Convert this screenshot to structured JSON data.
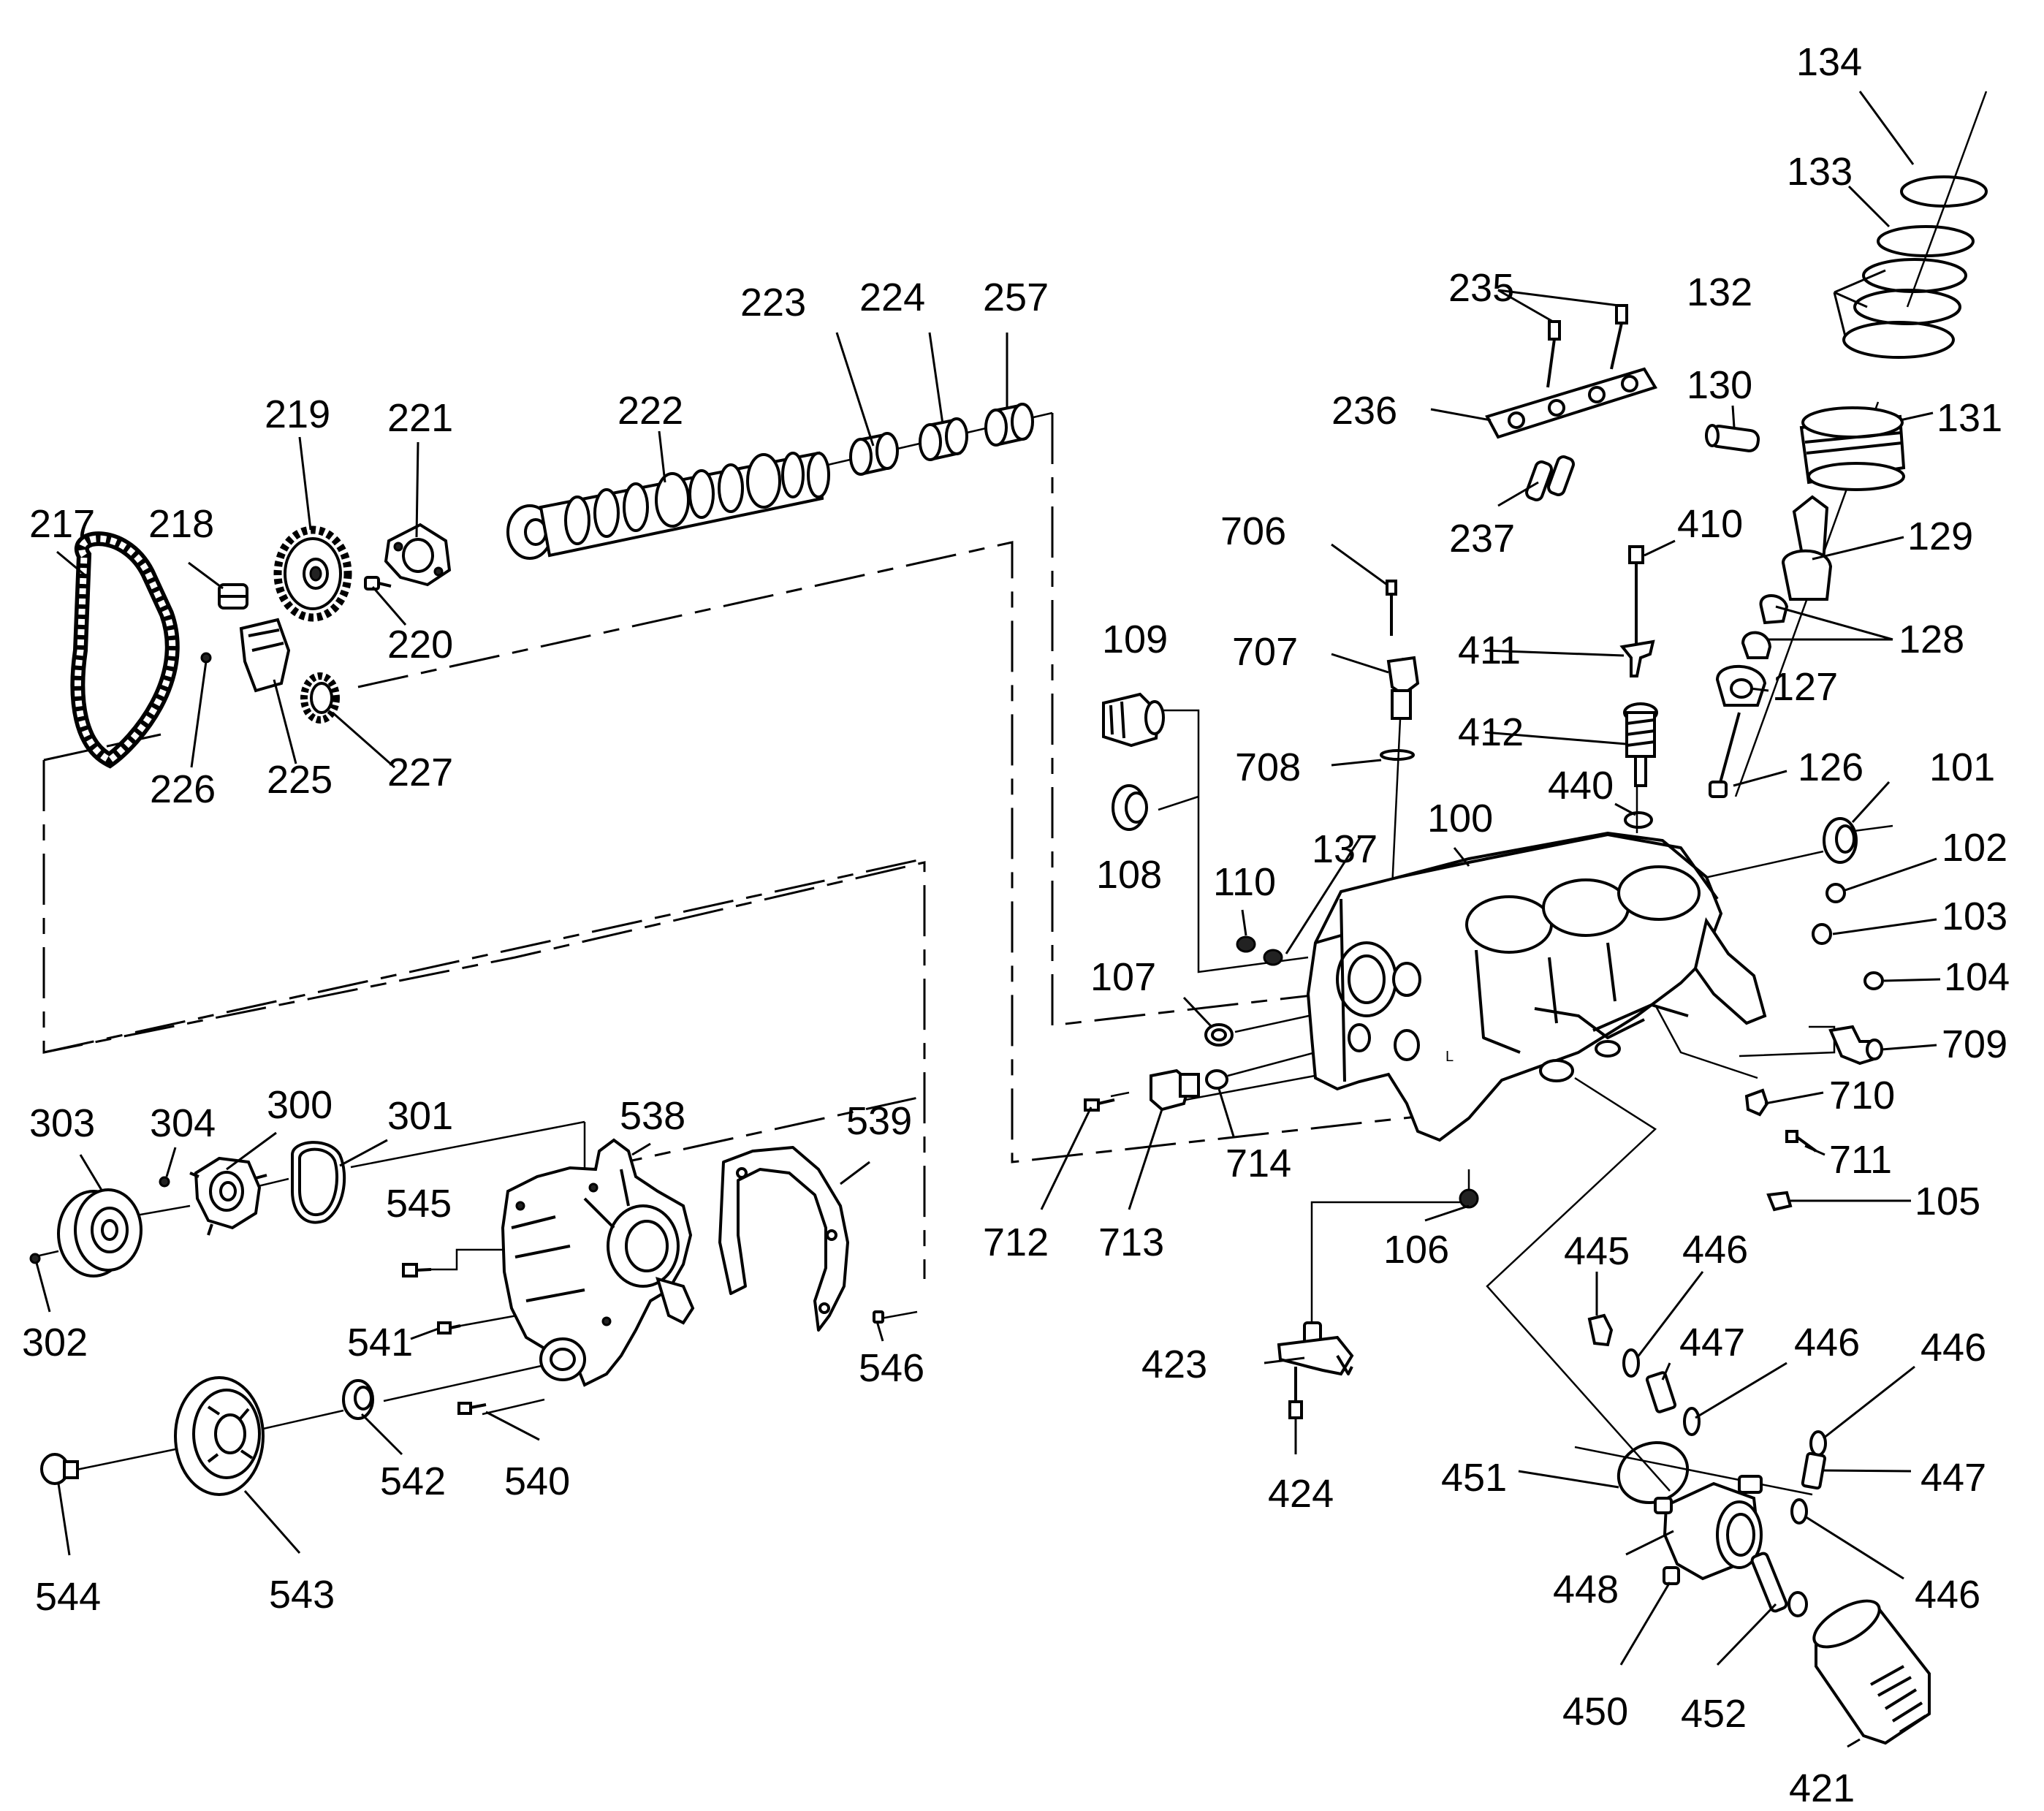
{
  "callouts": [
    {
      "id": "c-134",
      "label": "134"
    },
    {
      "id": "c-133",
      "label": "133"
    },
    {
      "id": "c-132",
      "label": "132"
    },
    {
      "id": "c-130",
      "label": "130"
    },
    {
      "id": "c-131",
      "label": "131"
    },
    {
      "id": "c-235",
      "label": "235"
    },
    {
      "id": "c-236",
      "label": "236"
    },
    {
      "id": "c-237",
      "label": "237"
    },
    {
      "id": "c-223",
      "label": "223"
    },
    {
      "id": "c-224",
      "label": "224"
    },
    {
      "id": "c-257",
      "label": "257"
    },
    {
      "id": "c-222",
      "label": "222"
    },
    {
      "id": "c-219",
      "label": "219"
    },
    {
      "id": "c-221",
      "label": "221"
    },
    {
      "id": "c-217",
      "label": "217"
    },
    {
      "id": "c-218",
      "label": "218"
    },
    {
      "id": "c-220",
      "label": "220"
    },
    {
      "id": "c-226",
      "label": "226"
    },
    {
      "id": "c-225",
      "label": "225"
    },
    {
      "id": "c-227",
      "label": "227"
    },
    {
      "id": "c-706",
      "label": "706"
    },
    {
      "id": "c-410",
      "label": "410"
    },
    {
      "id": "c-129",
      "label": "129"
    },
    {
      "id": "c-707",
      "label": "707"
    },
    {
      "id": "c-411",
      "label": "411"
    },
    {
      "id": "c-128",
      "label": "128"
    },
    {
      "id": "c-109",
      "label": "109"
    },
    {
      "id": "c-127",
      "label": "127"
    },
    {
      "id": "c-412",
      "label": "412"
    },
    {
      "id": "c-708",
      "label": "708"
    },
    {
      "id": "c-126",
      "label": "126"
    },
    {
      "id": "c-440",
      "label": "440"
    },
    {
      "id": "c-101",
      "label": "101"
    },
    {
      "id": "c-100",
      "label": "100"
    },
    {
      "id": "c-108",
      "label": "108"
    },
    {
      "id": "c-102",
      "label": "102"
    },
    {
      "id": "c-137",
      "label": "137"
    },
    {
      "id": "c-110",
      "label": "110"
    },
    {
      "id": "c-103",
      "label": "103"
    },
    {
      "id": "c-107",
      "label": "107"
    },
    {
      "id": "c-104",
      "label": "104"
    },
    {
      "id": "c-709",
      "label": "709"
    },
    {
      "id": "c-710",
      "label": "710"
    },
    {
      "id": "c-303",
      "label": "303"
    },
    {
      "id": "c-304",
      "label": "304"
    },
    {
      "id": "c-300",
      "label": "300"
    },
    {
      "id": "c-301",
      "label": "301"
    },
    {
      "id": "c-538",
      "label": "538"
    },
    {
      "id": "c-539",
      "label": "539"
    },
    {
      "id": "c-714",
      "label": "714"
    },
    {
      "id": "c-711",
      "label": "711"
    },
    {
      "id": "c-545",
      "label": "545"
    },
    {
      "id": "c-712",
      "label": "712"
    },
    {
      "id": "c-713",
      "label": "713"
    },
    {
      "id": "c-105",
      "label": "105"
    },
    {
      "id": "c-106",
      "label": "106"
    },
    {
      "id": "c-302",
      "label": "302"
    },
    {
      "id": "c-445",
      "label": "445"
    },
    {
      "id": "c-446a",
      "label": "446"
    },
    {
      "id": "c-541",
      "label": "541"
    },
    {
      "id": "c-546",
      "label": "546"
    },
    {
      "id": "c-447a",
      "label": "447"
    },
    {
      "id": "c-446b",
      "label": "446"
    },
    {
      "id": "c-446c",
      "label": "446"
    },
    {
      "id": "c-423",
      "label": "423"
    },
    {
      "id": "c-542",
      "label": "542"
    },
    {
      "id": "c-540",
      "label": "540"
    },
    {
      "id": "c-451",
      "label": "451"
    },
    {
      "id": "c-447b",
      "label": "447"
    },
    {
      "id": "c-424",
      "label": "424"
    },
    {
      "id": "c-544",
      "label": "544"
    },
    {
      "id": "c-543",
      "label": "543"
    },
    {
      "id": "c-448",
      "label": "448"
    },
    {
      "id": "c-446d",
      "label": "446"
    },
    {
      "id": "c-450",
      "label": "450"
    },
    {
      "id": "c-452",
      "label": "452"
    },
    {
      "id": "c-421",
      "label": "421"
    }
  ]
}
